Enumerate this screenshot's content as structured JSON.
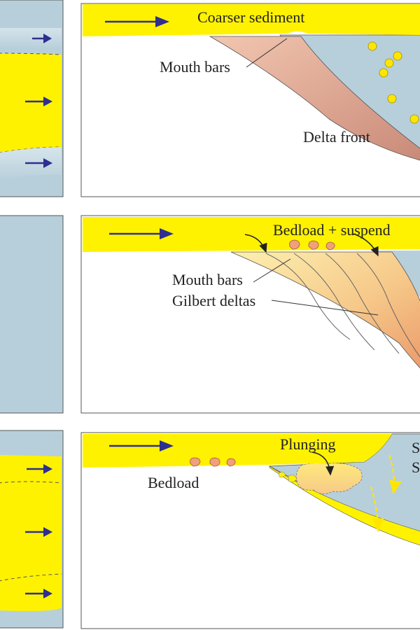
{
  "colors": {
    "water": "#b7cfdb",
    "water_light": "#dbe8ee",
    "sediment": "#fff200",
    "arrow": "#2e2f8f",
    "front": "#d9a08a",
    "gilbert_light": "#fbe3a0",
    "gilbert_dark": "#eea070",
    "pebble": "#f0a07a",
    "frame": "#555555",
    "yellow_dot": "#ffe600"
  },
  "panels": {
    "top": {
      "label_coarser": "Coarser sediment",
      "label_mouth_bars": "Mouth bars",
      "label_delta_front": "Delta front"
    },
    "middle": {
      "label_bedload_suspended": "Bedload + suspend",
      "label_mouth_bars": "Mouth bars",
      "label_gilbert": "Gilbert deltas"
    },
    "bottom": {
      "label_plunging": "Plunging",
      "label_bedload": "Bedload",
      "label_cut_1": "S",
      "label_cut_2": "S"
    }
  }
}
